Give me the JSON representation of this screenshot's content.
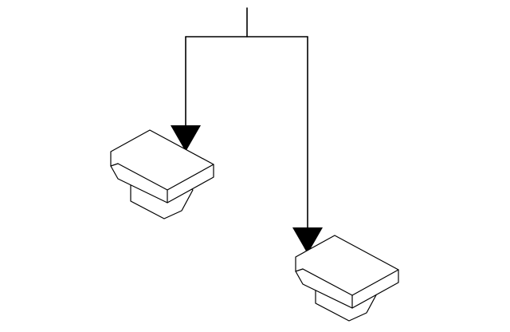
{
  "diagram": {
    "background_color": "#ffffff",
    "line_color": "#000000",
    "part_fill_color": "#ffffff",
    "parts": [
      {
        "name": "clip",
        "icon": "clip-icon"
      },
      {
        "name": "clip",
        "icon": "clip-icon"
      }
    ],
    "callout_count": 2
  }
}
